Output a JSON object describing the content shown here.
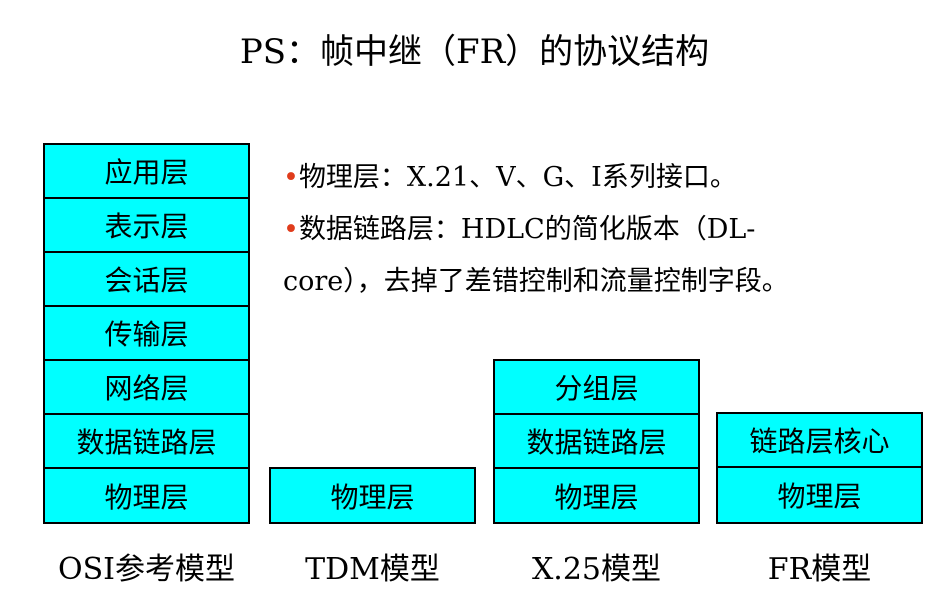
{
  "title": "PS：帧中继（FR）的协议结构",
  "notes": [
    {
      "bullet": "•",
      "text": "物理层：X.21、V、G、I系列接口。"
    },
    {
      "bullet": "•",
      "text": "数据链路层：HDLC的简化版本（DL-"
    },
    {
      "bullet": "",
      "text": "core），去掉了差错控制和流量控制字段。"
    }
  ],
  "models": [
    {
      "caption": "OSI参考模型",
      "layers": [
        "应用层",
        "表示层",
        "会话层",
        "传输层",
        "网络层",
        "数据链路层",
        "物理层"
      ]
    },
    {
      "caption": "TDM模型",
      "layers": [
        "物理层"
      ]
    },
    {
      "caption": "X.25模型",
      "layers": [
        "分组层",
        "数据链路层",
        "物理层"
      ]
    },
    {
      "caption": "FR模型",
      "layers": [
        "链路层核心",
        "物理层"
      ]
    }
  ],
  "colors": {
    "layer_fill": "#00ffff",
    "bullet": "#e03c1c",
    "border": "#000000"
  }
}
